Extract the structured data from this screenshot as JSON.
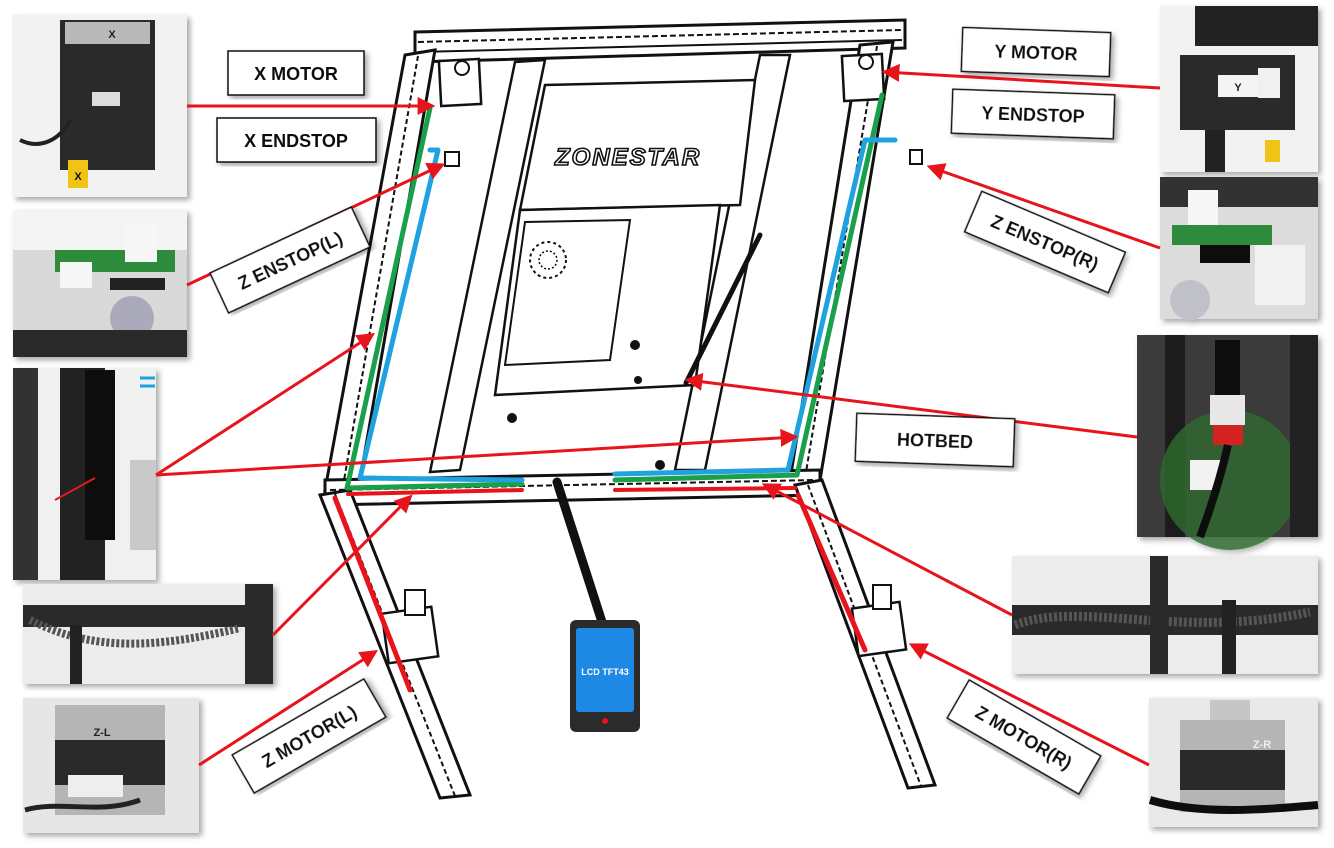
{
  "labels": {
    "x_motor": "X MOTOR",
    "x_endstop": "X ENDSTOP",
    "z_endstop_left": "Z ENSTOP(L)",
    "y_motor": "Y MOTOR",
    "y_endstop": "Y ENDSTOP",
    "z_endstop_right": "Z ENSTOP(R)",
    "hotbed": "HOTBED",
    "z_motor_left": "Z MOTOR(L)",
    "z_motor_right": "Z MOTOR(R)"
  },
  "frame": {
    "logo": "ZONESTAR",
    "lcd_label": "LCD TFT43"
  },
  "photo_marks": {
    "x_motor_top": "X",
    "x_motor_tag": "X",
    "y_motor_tag": "Y",
    "z_left_tag": "Z-L",
    "z_right_tag": "Z-R"
  },
  "colors": {
    "arrow": "#e8141c",
    "wire_green": "#1aa04a",
    "wire_blue": "#1fa2e0",
    "wire_red": "#e8141c",
    "lcd_screen": "#1e88e5",
    "lcd_body": "#2b2b2b"
  }
}
